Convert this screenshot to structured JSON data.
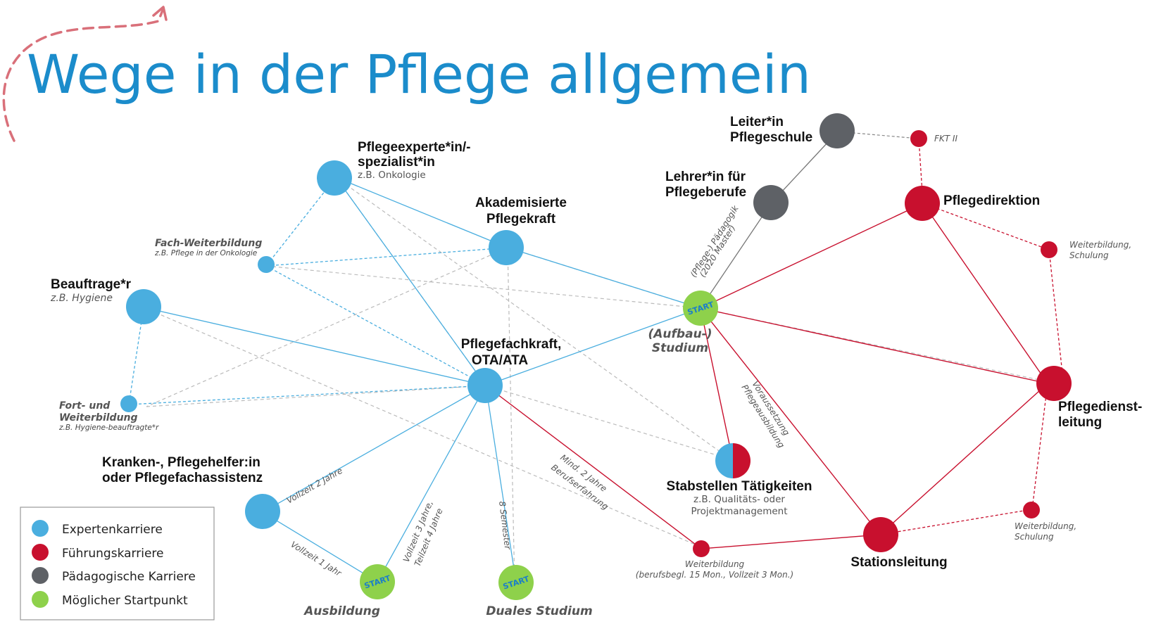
{
  "title": "Wege in der Pflege allgemein",
  "colors": {
    "experten": "#4aaedf",
    "fuehrung": "#c8102e",
    "paedagogik": "#5e6166",
    "start": "#8ed14b",
    "title": "#1b8ccb",
    "grey_edge": "#bbbbbb"
  },
  "nodes": {
    "pflegeexperte": {
      "title_l1": "Pflegeexperte*in/-",
      "title_l2": "spezialist*in",
      "sub": "z.B. Onkologie"
    },
    "akademisiert": {
      "title_l1": "Akademisierte",
      "title_l2": "Pflegekraft"
    },
    "fach_wb": {
      "title": "Fach-Weiterbildung",
      "sub": "z.B. Pflege in der Onkologie"
    },
    "beauftragte": {
      "title": "Beauftrage*r",
      "sub": "z.B. Hygiene"
    },
    "fort_wb": {
      "title_l1": "Fort- und",
      "title_l2": "Weiterbildung",
      "sub": "z.B. Hygiene-beauftragte*r"
    },
    "pflegefachkraft": {
      "title_l1": "Pflegefachkraft,",
      "title_l2": "OTA/ATA"
    },
    "krankenpflegehelfer": {
      "title_l1": "Kranken-, Pflegehelfer:in",
      "title_l2": "oder Pflegefachassistenz"
    },
    "ausbildung": {
      "title": "Ausbildung"
    },
    "duales_studium": {
      "title": "Duales Studium"
    },
    "aufbaustudium": {
      "title_l1": "(Aufbau-)",
      "title_l2": "Studium"
    },
    "stabstellen": {
      "title": "Stabstellen Tätigkeiten",
      "sub_l1": "z.B. Qualitäts- oder",
      "sub_l2": "Projektmanagement"
    },
    "lehrer": {
      "title_l1": "Lehrer*in für",
      "title_l2": "Pflegeberufe"
    },
    "leiter": {
      "title_l1": "Leiter*in",
      "title_l2": "Pflegeschule"
    },
    "fkt": {
      "title": "FKT II"
    },
    "pflegedirektion": {
      "title": "Pflegedirektion"
    },
    "wb_schulung_top": {
      "title_l1": "Weiterbildung,",
      "title_l2": "Schulung"
    },
    "pdl": {
      "title_l1": "Pflegedienst-",
      "title_l2": "leitung"
    },
    "wb_schulung_bottom": {
      "title_l1": "Weiterbildung,",
      "title_l2": "Schulung"
    },
    "stationsleitung": {
      "title": "Stationsleitung"
    },
    "weiterbildung_bottom": {
      "title": "Weiterbildung",
      "sub": "(berufsbegl. 15 Mon., Vollzeit 3 Mon.)"
    }
  },
  "start_badge": "START",
  "edge_labels": {
    "vollzeit_2_jahre": "Vollzeit 2 Jahre",
    "vollzeit_1_jahr": "Vollzeit 1 Jahr",
    "vollzeit_3_jahre_l1": "Vollzeit 3 Jahre,",
    "vollzeit_3_jahre_l2": "Teilzeit 4 Jahre",
    "semester": "8 Semester",
    "mind_2_jahre_l1": "Mind. 2 Jahre",
    "mind_2_jahre_l2": "Berufserfahrung",
    "paedagogik_l1": "(Pflege-) Pädagogik",
    "paedagogik_l2": "(2020 Master)",
    "voraussetzung_l1": "Voraussetzung",
    "voraussetzung_l2": "Pflegeausbildung"
  },
  "legend": [
    {
      "label": "Expertenkarriere",
      "color": "#4aaedf"
    },
    {
      "label": "Führungskarriere",
      "color": "#c8102e"
    },
    {
      "label": "Pädagogische Karriere",
      "color": "#5e6166"
    },
    {
      "label": "Möglicher Startpunkt",
      "color": "#8ed14b"
    }
  ]
}
